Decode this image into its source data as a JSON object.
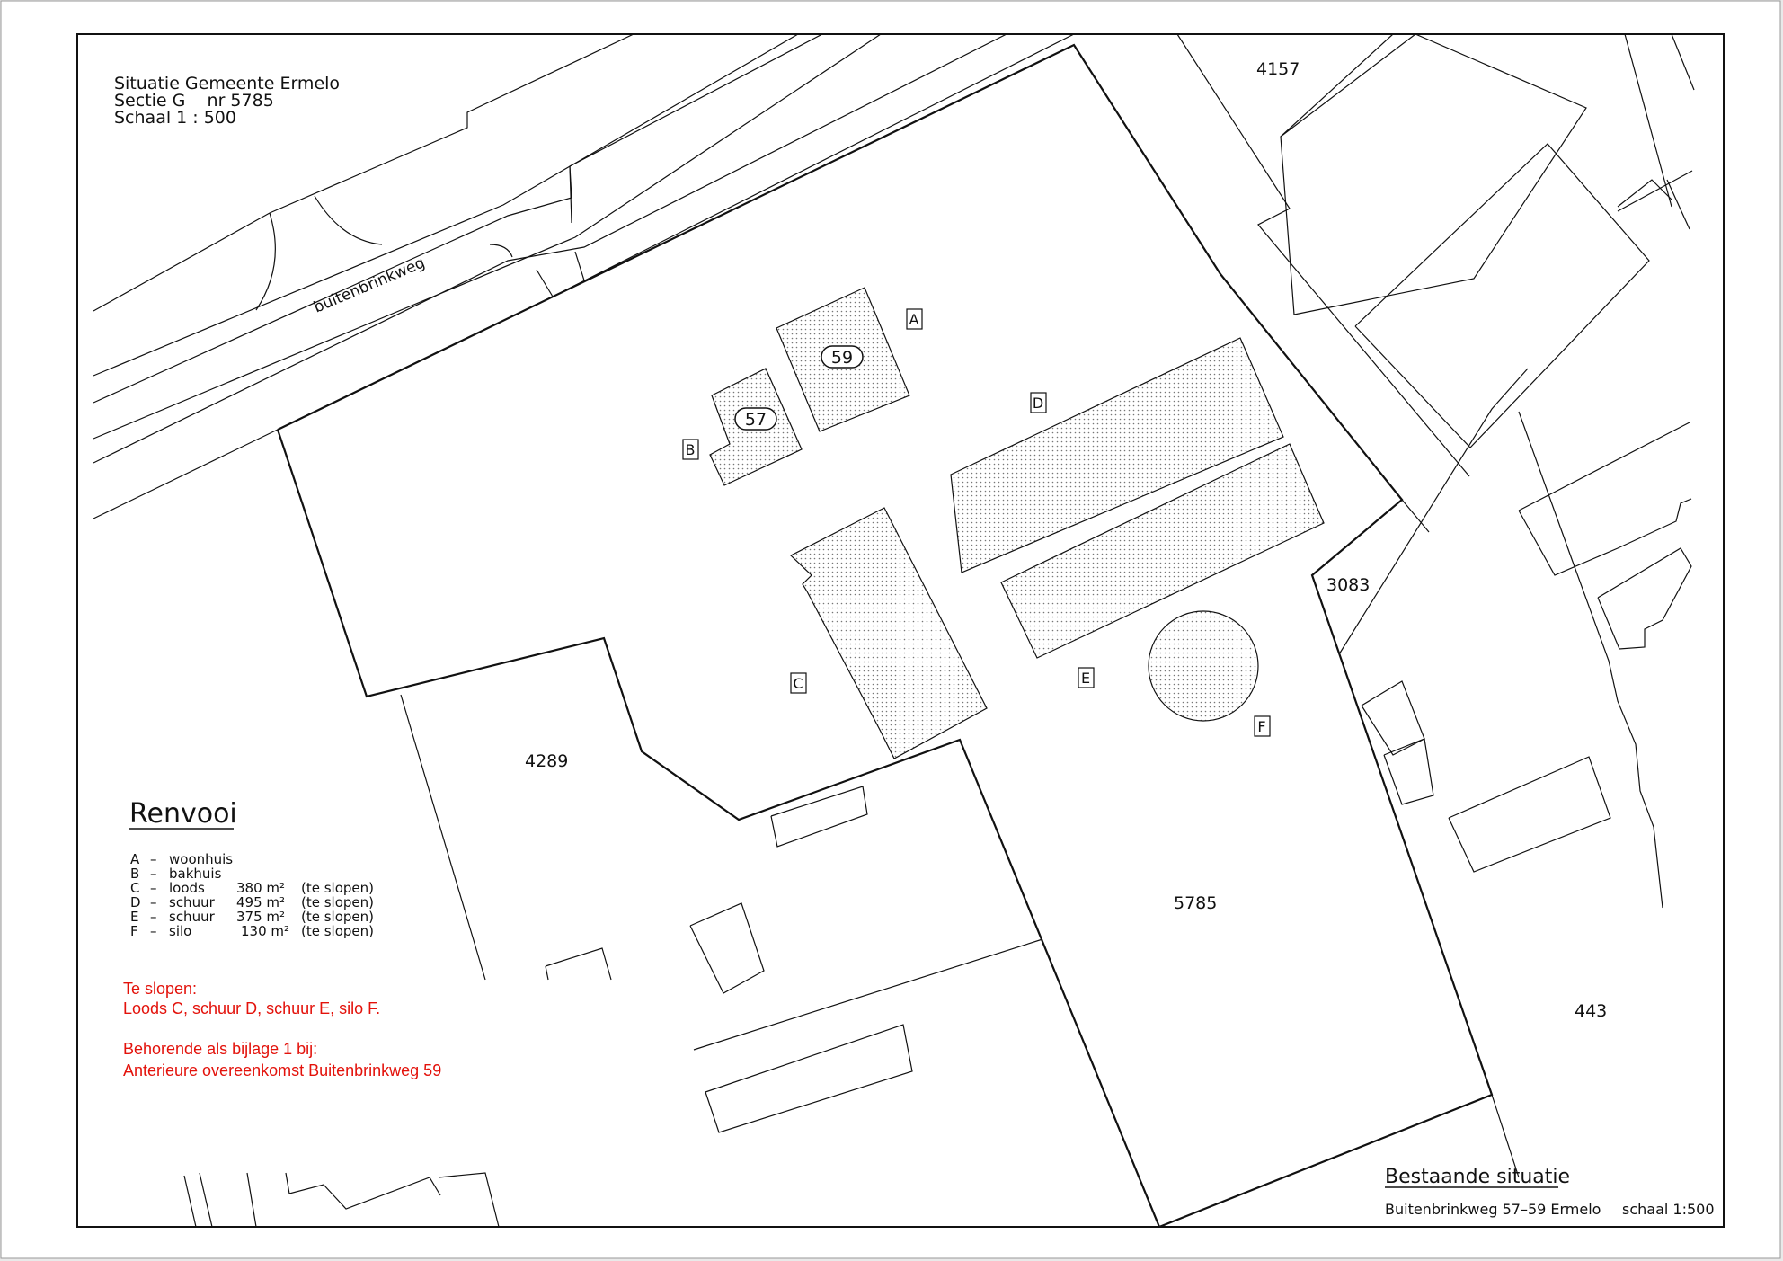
{
  "header": {
    "line1": "Situatie Gemeente Ermelo",
    "line2": "Sectie G    nr 5785",
    "line3": "Schaal 1 : 500"
  },
  "street": "buitenbrinkweg",
  "parcels": [
    "4157",
    "3083",
    "4289",
    "5785",
    "443"
  ],
  "buildings": {
    "A": "A",
    "B": "B",
    "C": "C",
    "D": "D",
    "E": "E",
    "F": "F",
    "house_59": "59",
    "house_57": "57"
  },
  "legend": {
    "title": "Renvooi",
    "rows": [
      {
        "key": "A",
        "sep": "–",
        "name": "woonhuis",
        "area": "",
        "note": ""
      },
      {
        "key": "B",
        "sep": "–",
        "name": "bakhuis",
        "area": "",
        "note": ""
      },
      {
        "key": "C",
        "sep": "–",
        "name": "loods",
        "area": "380 m²",
        "note": "(te slopen)"
      },
      {
        "key": "D",
        "sep": "–",
        "name": "schuur",
        "area": "495 m²",
        "note": "(te slopen)"
      },
      {
        "key": "E",
        "sep": "–",
        "name": "schuur",
        "area": "375 m²",
        "note": "(te slopen)"
      },
      {
        "key": "F",
        "sep": "–",
        "name": "silo",
        "area": "130 m²",
        "note": "(te slopen)"
      }
    ]
  },
  "notes": {
    "line1": "Te slopen:",
    "line2": "Loods C, schuur D, schuur E, silo F.",
    "line3": "Behorende als bijlage 1 bij:",
    "line4": "Anterieure overeenkomst Buitenbrinkweg 59"
  },
  "titleblock": {
    "title": "Bestaande situatie",
    "address": "Buitenbrinkweg 57–59 Ermelo",
    "scale": "schaal 1:500"
  },
  "colors": {
    "line": "#111111",
    "annotation": "#e3120b",
    "paper": "#ffffff"
  }
}
